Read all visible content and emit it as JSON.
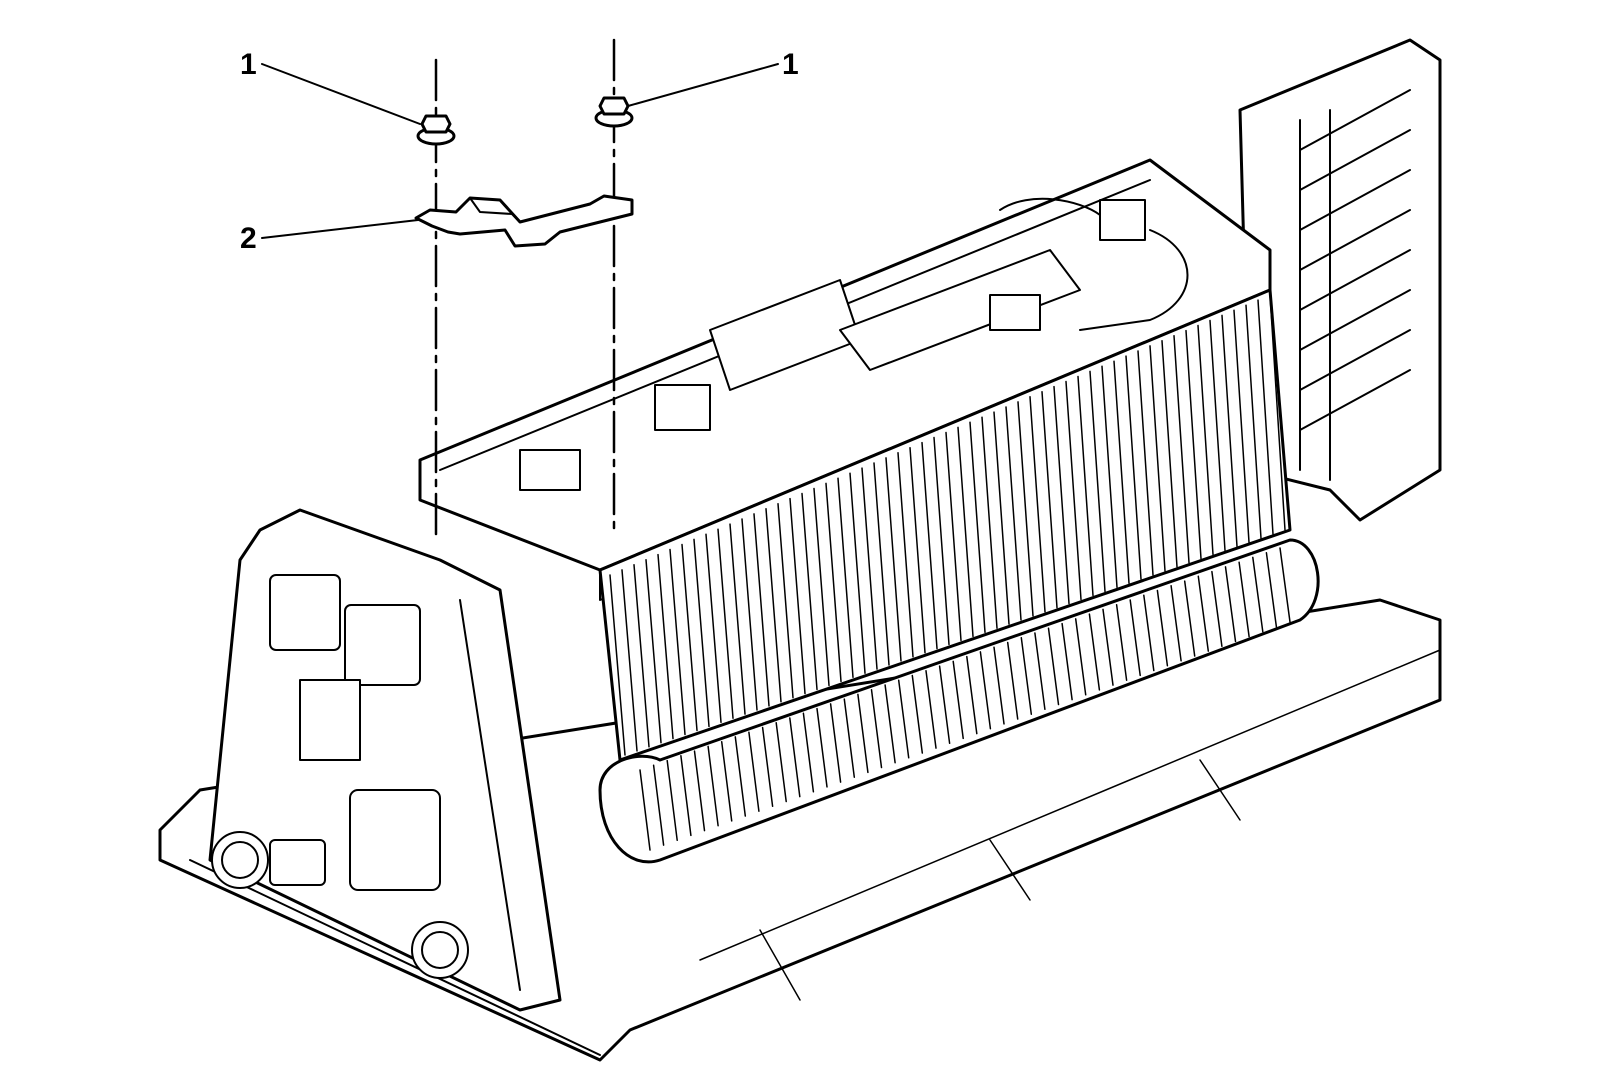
{
  "callouts": [
    {
      "id": "nut-left",
      "label": "1"
    },
    {
      "id": "nut-right",
      "label": "1"
    },
    {
      "id": "bracket",
      "label": "2"
    }
  ],
  "colors": {
    "line": "#000000",
    "background": "#ffffff"
  }
}
